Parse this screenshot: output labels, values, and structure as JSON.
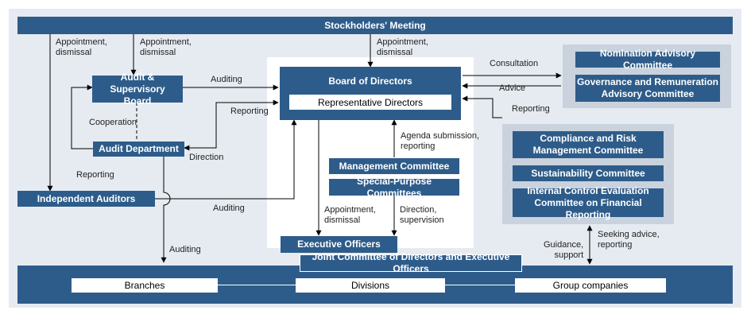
{
  "stockholders_meeting": "Stockholders' Meeting",
  "board": {
    "title": "Board of Directors",
    "representative": "Representative Directors"
  },
  "audit_board": "Audit & Supervisory Board",
  "audit_department": "Audit Department",
  "independent_auditors": "Independent Auditors",
  "advisory": {
    "nomination": "Nomination Advisory Committee",
    "governance": "Governance and Remuneration Advisory Committee"
  },
  "committees": {
    "compliance": "Compliance and Risk Management Committee",
    "sustainability": "Sustainability Committee",
    "internal_control": "Internal Control Evaluation Committee on Financial Reporting"
  },
  "management_committee": "Management Committee",
  "special_purpose": "Special-Purpose Committees",
  "executive_officers": "Executive Officers",
  "joint_committee": "Joint Committee of Directors and Executive Officers",
  "units": {
    "branches": "Branches",
    "divisions": "Divisions",
    "group": "Group companies"
  },
  "labels": {
    "appointment_dismissal": "Appointment,\ndismissal",
    "auditing": "Auditing",
    "reporting": "Reporting",
    "cooperation": "Cooperation",
    "direction": "Direction",
    "consultation": "Consultation",
    "advice": "Advice",
    "agenda": "Agenda submission,\nreporting",
    "direction_supervision": "Direction,\nsupervision",
    "guidance": "Guidance,\nsupport",
    "seeking": "Seeking advice,\nreporting"
  },
  "colors": {
    "box": "#2e5c8a",
    "frame": "#e6ebf1",
    "panel": "#c9d2dd",
    "white_panel": "#ffffff"
  }
}
